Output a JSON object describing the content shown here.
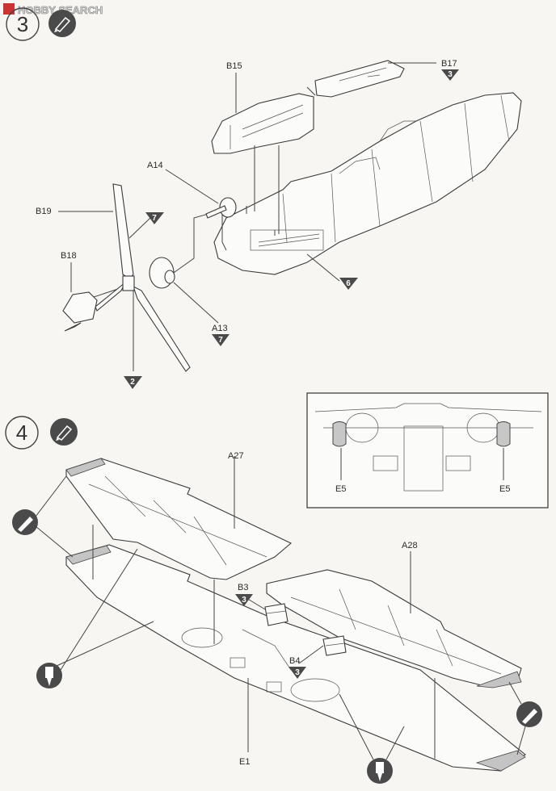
{
  "watermark": {
    "text": "HOBBY SEARCH"
  },
  "steps": [
    {
      "number": "3",
      "icon": "glue-icon"
    },
    {
      "number": "4",
      "icon": "glue-icon"
    }
  ],
  "step3": {
    "labels": {
      "b15": "B15",
      "b17": "B17",
      "a14": "A14",
      "b19": "B19",
      "b18": "B18",
      "a13": "A13"
    },
    "color_refs": {
      "b17": "3",
      "b19": "7",
      "a13": "7",
      "fuselage": "6",
      "spinner": "2"
    }
  },
  "step4": {
    "labels": {
      "a27": "A27",
      "a28": "A28",
      "b3": "B3",
      "b4": "B4",
      "e1": "E1",
      "e5_left": "E5",
      "e5_right": "E5"
    },
    "color_refs": {
      "b3": "3",
      "b4": "3"
    },
    "tools": [
      "knife-icon",
      "knife-icon",
      "drill-icon",
      "drill-icon"
    ]
  },
  "colors": {
    "ink": "#2b2b2b",
    "paper": "#f7f6f2",
    "marker": "#4a4a4a"
  }
}
